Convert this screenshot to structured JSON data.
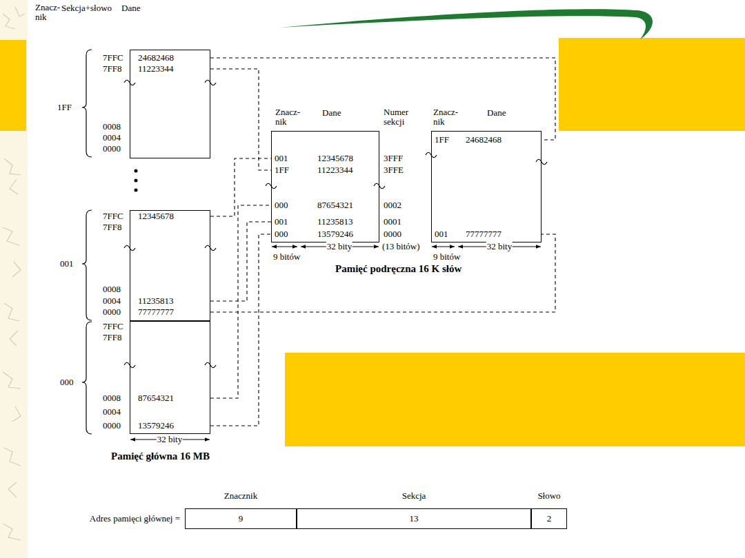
{
  "diagram": {
    "nodes": [
      {
        "text": [
          "24682468",
          "11223344"
        ]
      },
      {
        "text": [
          "12345678",
          "11235813",
          "77777777"
        ]
      },
      {
        "text": [
          "87654321",
          "13579246"
        ]
      },
      {
        "text": [
          "001",
          "12345678",
          "1FF",
          "11223344",
          "000",
          "87654321",
          "001",
          "11235813",
          "000",
          "13579246"
        ]
      },
      {
        "text": [
          "1FF",
          "24682468",
          "001",
          "77777777"
        ]
      },
      {
        "text": [
          "9"
        ]
      },
      {
        "text": [
          "13"
        ]
      },
      {
        "text": [
          "2"
        ]
      }
    ],
    "edges": [
      {
        "from": 0,
        "to": 4,
        "arrow": "none"
      },
      {
        "from": 0,
        "to": 3,
        "arrow": "none"
      },
      {
        "from": 1,
        "to": 3,
        "arrow": "none"
      },
      {
        "from": 1,
        "to": 3,
        "arrow": "none"
      },
      {
        "from": 1,
        "to": 4,
        "arrow": "none"
      },
      {
        "from": 2,
        "to": 3,
        "arrow": "none"
      },
      {
        "from": 2,
        "to": 3,
        "arrow": "none"
      }
    ],
    "labels": [
      "Znacz- nik",
      "Sekcja+słowo",
      "Dane",
      "7FFC",
      "7FF8",
      "1FF",
      "0008",
      "0004",
      "0000",
      "7FFC",
      "7FF8",
      "001",
      "0008",
      "0004",
      "0000",
      "7FFC",
      "7FF8",
      "000",
      "0008",
      "0004",
      "0000",
      "32 bity",
      "Pamięć główna 16 MB",
      "Znacz- nik",
      "Dane",
      "Numer sekcji",
      "3FFF",
      "3FFE",
      "0002",
      "0001",
      "0000",
      "9 bitów",
      "32 bity",
      "(13 bitów)",
      "Znacz- nik",
      "Dane",
      "9 bitów",
      "32 bity",
      "Pamięć podręczna 16 K słów",
      "Znacznik",
      "Sekcja",
      "Słowo",
      "Adres pamięci głównej ="
    ]
  }
}
